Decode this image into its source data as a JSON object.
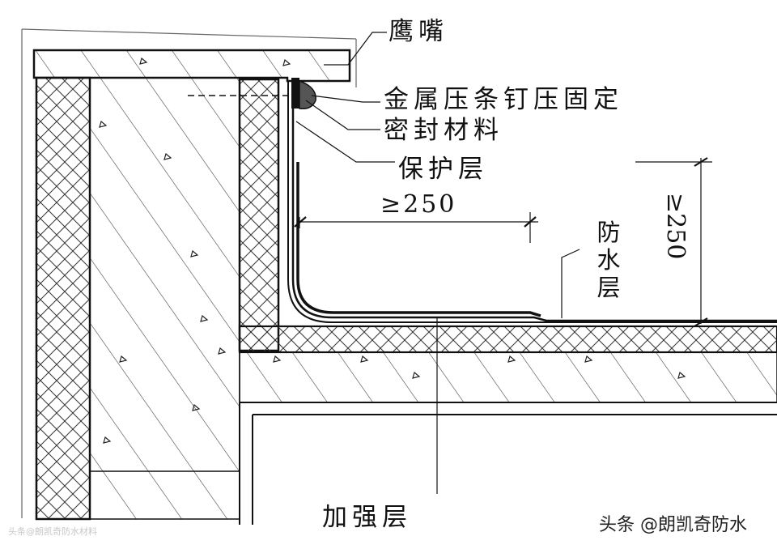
{
  "labels": {
    "eagle_beak": "鹰嘴",
    "metal_strip": "金属压条钉压固定",
    "sealant": "密封材料",
    "protective_layer": "保护层",
    "dim_horizontal": "≥250",
    "waterproof_layer": [
      "防",
      "水",
      "层"
    ],
    "dim_vertical": "≥250",
    "reinforcement_layer": "加强层"
  },
  "watermark": {
    "main": "头条 @朗凯奇防水",
    "faint": "头条@朗凯奇防水材料"
  }
}
